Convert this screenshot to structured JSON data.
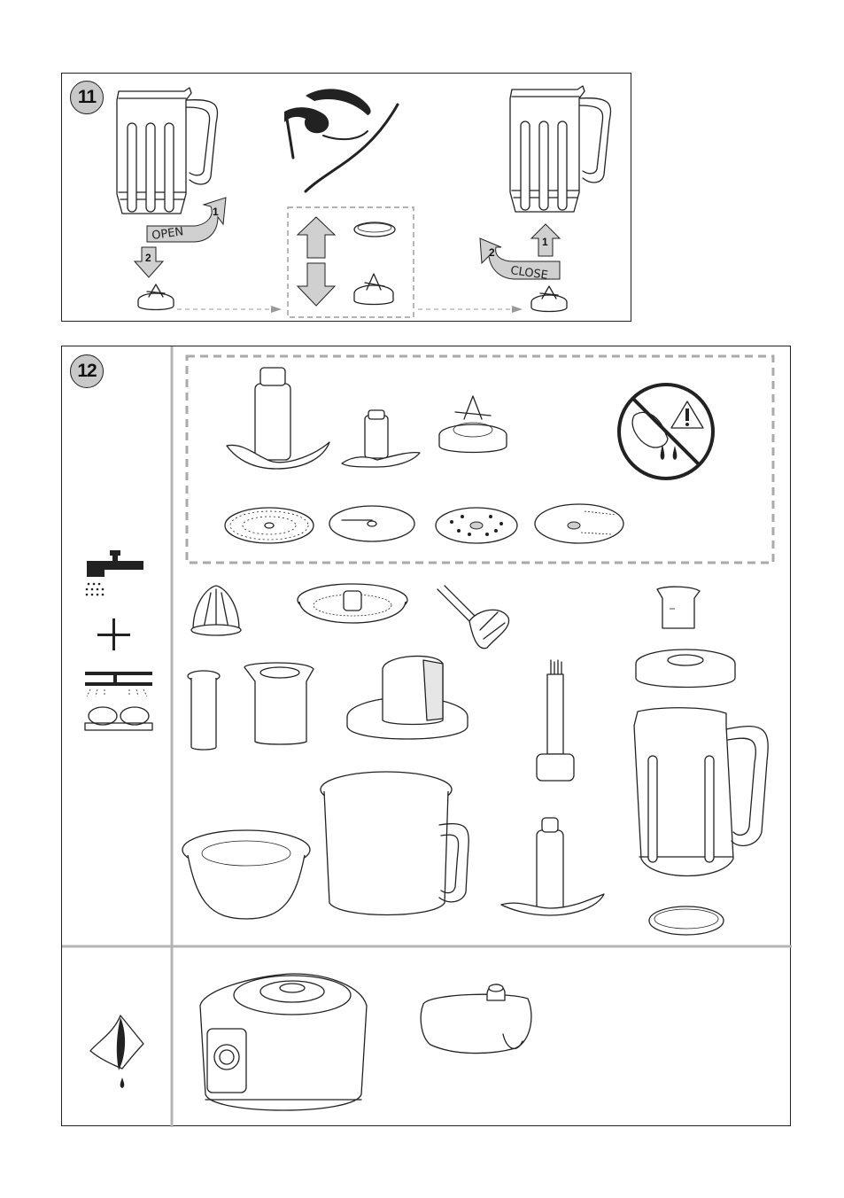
{
  "step11": {
    "number": "11",
    "open_label": "OPEN",
    "close_label": "CLOSE",
    "open_step_1": "1",
    "open_step_2": "2",
    "close_step_1": "1",
    "close_step_2": "2",
    "icons": [
      "blender-jug-icon",
      "eye-inspect-icon",
      "up-down-arrows-icon",
      "seal-ring-icon",
      "blade-assembly-icon"
    ]
  },
  "step12": {
    "number": "12",
    "icons": [
      "tap-water-icon",
      "plus-icon",
      "dishwasher-icon",
      "wipe-cloth-icon",
      "warning-sharp-blade-icon"
    ],
    "parts": [
      "chopping-blade",
      "dough-blade",
      "blender-blade-assembly",
      "grater-disc",
      "slicer-disc",
      "coarse-grater-disc",
      "julienne-disc",
      "citrus-cone",
      "juicer-sieve",
      "whisk-attachment",
      "measuring-cup",
      "blender-lid",
      "small-pusher",
      "large-pusher",
      "food-processor-lid",
      "emulsifying-blade-shaft",
      "blender-jug",
      "juicer-bowl",
      "processor-bowl",
      "mini-chopper-blade",
      "seal-ring",
      "motor-base",
      "drive-cover"
    ]
  },
  "colors": {
    "accent_gray": "#c8c8c8",
    "line": "#222222",
    "divider": "#b4b4b4"
  }
}
